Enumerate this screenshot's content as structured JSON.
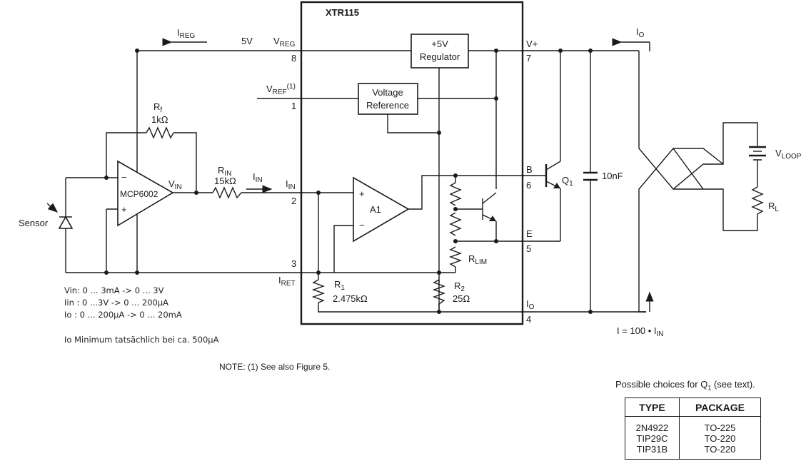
{
  "ic": {
    "name": "XTR115"
  },
  "labels": {
    "i_reg_main": "I",
    "i_reg_sub": "REG",
    "v5": "5V",
    "v_reg_main": "V",
    "v_reg_sub": "REG",
    "v_ref_main": "V",
    "v_ref_sub": "REF",
    "v_ref_sup": "(1)",
    "rf_main": "R",
    "rf_sub": "f",
    "rf_val": "1kΩ",
    "rin_main": "R",
    "rin_sub": "IN",
    "rin_val": "15kΩ",
    "iin_main": "I",
    "iin_sub": "IN",
    "iin2_main": "I",
    "iin2_sub": "IN",
    "vin_main": "V",
    "vin_sub": "IN",
    "opamp_name": "MCP6002",
    "opamp_minus": "−",
    "opamp_plus": "+",
    "a1": "A1",
    "a1_plus": "+",
    "a1_minus": "−",
    "sensor": "Sensor",
    "i_ret_main": "I",
    "i_ret_sub": "RET",
    "r1_main": "R",
    "r1_sub": "1",
    "r1_val": "2.475kΩ",
    "r2_main": "R",
    "r2_sub": "2",
    "r2_val": "25Ω",
    "rlim_main": "R",
    "rlim_sub": "LIM",
    "vplus": "V+",
    "b": "B",
    "e": "E",
    "io_main": "I",
    "io_sub": "O",
    "io_top_main": "I",
    "io_top_sub": "O",
    "q1_main": "Q",
    "q1_sub": "1",
    "cap": "10nF",
    "vloop_main": "V",
    "vloop_sub": "LOOP",
    "rl_main": "R",
    "rl_sub": "L",
    "i_eq_a": "I = 100 • I",
    "i_eq_sub": "IN",
    "reg_line1": "+5V",
    "reg_line2": "Regulator",
    "vref_line1": "Voltage",
    "vref_line2": "Reference"
  },
  "pins": {
    "p8": "8",
    "p1": "1",
    "p2": "2",
    "p3": "3",
    "p7": "7",
    "p6": "6",
    "p5": "5",
    "p4": "4"
  },
  "notes": {
    "line1": "Vin: 0 ... 3mA   -> 0 ... 3V",
    "line2": "Iin : 0 ...3V      -> 0 ... 200µA",
    "line3": "Io  : 0 ... 200µA -> 0 ... 20mA",
    "line4": "Io Minimum tatsächlich bei ca. 500µA"
  },
  "figure_note": "NOTE: (1) See also Figure 5.",
  "table": {
    "caption_a": "Possible choices for Q",
    "caption_sub": "1",
    "caption_b": " (see text).",
    "headers": [
      "TYPE",
      "PACKAGE"
    ],
    "rows": [
      [
        "2N4922",
        "TO-225"
      ],
      [
        "TIP29C",
        "TO-220"
      ],
      [
        "TIP31B",
        "TO-220"
      ]
    ]
  }
}
